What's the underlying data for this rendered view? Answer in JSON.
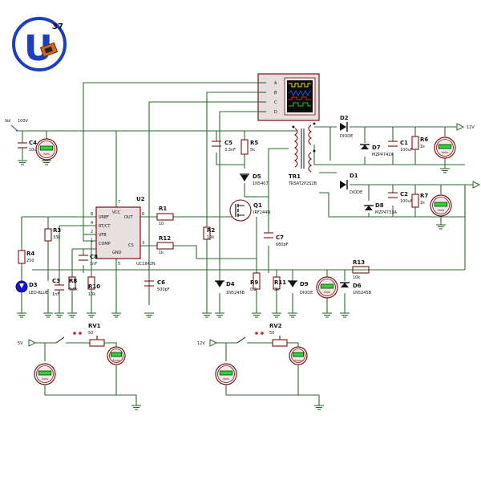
{
  "logo": {
    "text": "U",
    "sup": "37"
  },
  "labels": {
    "U2": "U2",
    "U2_pin_vref": "VREF",
    "U2_pin_rtct": "RT/CT",
    "U2_pin_vfb": "VFB",
    "U2_pin_comp": "COMP",
    "U2_pin_vcc": "VCC",
    "U2_pin_out": "OUT",
    "U2_pin_cs": "CS",
    "U2_pin_gnd": "GND",
    "U2_value": "UC1842N",
    "U2_n8": "8",
    "U2_n4": "4",
    "U2_n2": "2",
    "U2_n1": "1",
    "U2_n7": "7",
    "U2_n6": "6",
    "U2_n3": "3",
    "U2_n5": "5",
    "scope_A": "A",
    "scope_B": "B",
    "scope_C": "C",
    "scope_D": "D",
    "vol_probe": "Vol",
    "vol_value": "100V",
    "C4": "C4",
    "C4_value": "10u",
    "R3": "R3",
    "R3_value": "33k",
    "R4": "R4",
    "R4_value": "250",
    "D3": "D3",
    "D3_value": "LED-BLUE",
    "C3": "C3",
    "C3_value": "1nF",
    "R8": "R8",
    "R8_value": "9.6k",
    "R10": "R10",
    "R10_value": "10k",
    "C8": "C8",
    "C8_value": "1nF",
    "C6": "C6",
    "C6_value": "500pF",
    "R1": "R1",
    "R1_value": "10",
    "R12": "R12",
    "R12_value": "1k",
    "R2": "R2",
    "R2_value": "10k",
    "C5": "C5",
    "C5_value": "3.3nF",
    "R5": "R5",
    "R5_value": "5k",
    "D5": "D5",
    "D5_value": "1N5407",
    "Q1": "Q1",
    "Q1_value": "IRF244N",
    "C7": "C7",
    "C7_value": "680pF",
    "R9": "R9",
    "R9_value": "0.2",
    "R11": "R11",
    "R11_value": "3k",
    "D4": "D4",
    "D4_value": "1N5245B",
    "D9": "D9",
    "D9_value": "DIODE",
    "TR1": "TR1",
    "TR1_value": "TRSAT2P2S2B",
    "D2": "D2",
    "D2_value": "DIODE",
    "D7": "D7",
    "D7_value": "MZP4742A",
    "C1": "C1",
    "C1_value": "100uF",
    "R6": "R6",
    "R6_value": "1k",
    "out12": "12V",
    "D1": "D1",
    "D1_value": "DIODE",
    "D8": "D8",
    "D8_value": "MZP4733A",
    "C2": "C2",
    "C2_value": "100uF",
    "R7": "R7",
    "R7_value": "1k",
    "R13": "R13",
    "R13_value": "10k",
    "D6": "D6",
    "D6_value": "1N5245B",
    "RV1": "RV1",
    "RV1_value": "50",
    "RV2": "RV2",
    "RV2_value": "50",
    "in5v": "5V",
    "in12v": "12V",
    "volts": "Volts",
    "amps": "Amps"
  },
  "colors": {
    "wire": "#2d6b2d",
    "body": "#7a1010",
    "scope_bg": "#0a0a0a",
    "trace_a": "#f2e21a",
    "trace_b": "#1f4fe0",
    "trace_c": "#e02020",
    "trace_d": "#22c02a",
    "lcd": "#2fd13a",
    "led": "#1515d0",
    "logo_ring": "#1a3fbf"
  }
}
